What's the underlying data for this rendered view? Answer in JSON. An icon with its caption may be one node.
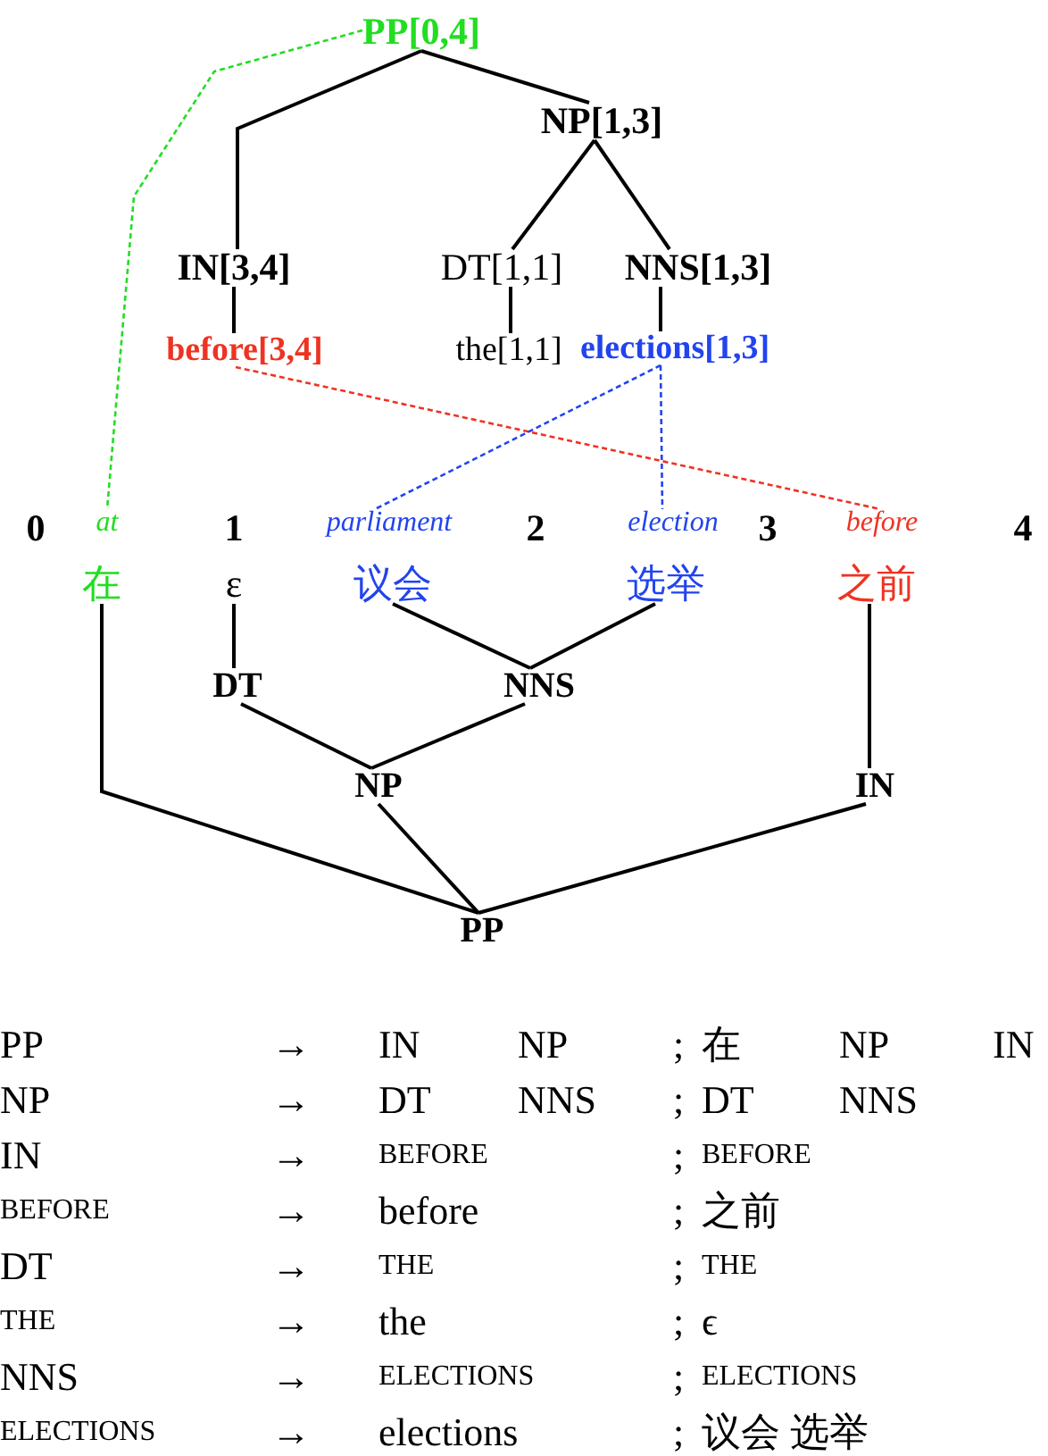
{
  "diagram": {
    "nodes": [
      {
        "text": [
          "PP[0,4]"
        ]
      },
      {
        "text": [
          "NP[1,3]"
        ]
      },
      {
        "text": [
          "IN[3,4]"
        ]
      },
      {
        "text": [
          "DT[1,1]"
        ]
      },
      {
        "text": [
          "NNS[1,3]"
        ]
      },
      {
        "text": [
          "before[3,4]"
        ]
      },
      {
        "text": [
          "the[1,1]"
        ]
      },
      {
        "text": [
          "elections[1,3]"
        ]
      },
      {
        "text": [
          "at"
        ]
      },
      {
        "text": [
          "parliament"
        ]
      },
      {
        "text": [
          "election"
        ]
      },
      {
        "text": [
          "before"
        ]
      },
      {
        "text": [
          "在"
        ]
      },
      {
        "text": [
          "ε"
        ]
      },
      {
        "text": [
          "议会"
        ]
      },
      {
        "text": [
          "选举"
        ]
      },
      {
        "text": [
          "之前"
        ]
      },
      {
        "text": [
          "DT"
        ]
      },
      {
        "text": [
          "NNS"
        ]
      },
      {
        "text": [
          "NP"
        ]
      },
      {
        "text": [
          "IN"
        ]
      },
      {
        "text": [
          "PP"
        ]
      }
    ],
    "edges": [
      {
        "from": 0,
        "to": 2,
        "arrow": "none"
      },
      {
        "from": 0,
        "to": 1,
        "arrow": "none"
      },
      {
        "from": 1,
        "to": 3,
        "arrow": "none"
      },
      {
        "from": 1,
        "to": 4,
        "arrow": "none"
      },
      {
        "from": 2,
        "to": 5,
        "arrow": "none"
      },
      {
        "from": 3,
        "to": 6,
        "arrow": "none"
      },
      {
        "from": 4,
        "to": 7,
        "arrow": "none"
      },
      {
        "from": 0,
        "to": 8,
        "arrow": "none",
        "style": "dashed",
        "color": "#22dd22"
      },
      {
        "from": 5,
        "to": 11,
        "arrow": "none",
        "style": "dashed",
        "color": "#ee3322"
      },
      {
        "from": 7,
        "to": 9,
        "arrow": "none",
        "style": "dashed",
        "color": "#2244ee"
      },
      {
        "from": 7,
        "to": 10,
        "arrow": "none",
        "style": "dashed",
        "color": "#2244ee"
      },
      {
        "from": 12,
        "to": 21,
        "arrow": "none"
      },
      {
        "from": 13,
        "to": 17,
        "arrow": "none"
      },
      {
        "from": 14,
        "to": 18,
        "arrow": "none"
      },
      {
        "from": 15,
        "to": 18,
        "arrow": "none"
      },
      {
        "from": 17,
        "to": 19,
        "arrow": "none"
      },
      {
        "from": 18,
        "to": 19,
        "arrow": "none"
      },
      {
        "from": 19,
        "to": 21,
        "arrow": "none"
      },
      {
        "from": 16,
        "to": 20,
        "arrow": "none"
      },
      {
        "from": 20,
        "to": 21,
        "arrow": "none"
      }
    ],
    "labels": [
      "0",
      "1",
      "2",
      "3",
      "4",
      "PP",
      "→",
      "IN",
      "NP",
      ";",
      "在",
      "NP",
      "IN",
      "NP",
      "→",
      "DT",
      "NNS",
      ";",
      "DT",
      "NNS",
      "IN",
      "→",
      "BEFORE",
      ";",
      "BEFORE",
      "BEFORE",
      "→",
      "before",
      ";",
      "之前",
      "DT",
      "→",
      "THE",
      ";",
      "THE",
      "THE",
      "→",
      "the",
      ";",
      "ϵ",
      "NNS",
      "→",
      "ELECTIONS",
      ";",
      "ELECTIONS",
      "ELECTIONS",
      "→",
      "elections",
      ";",
      "议会 选举"
    ]
  }
}
